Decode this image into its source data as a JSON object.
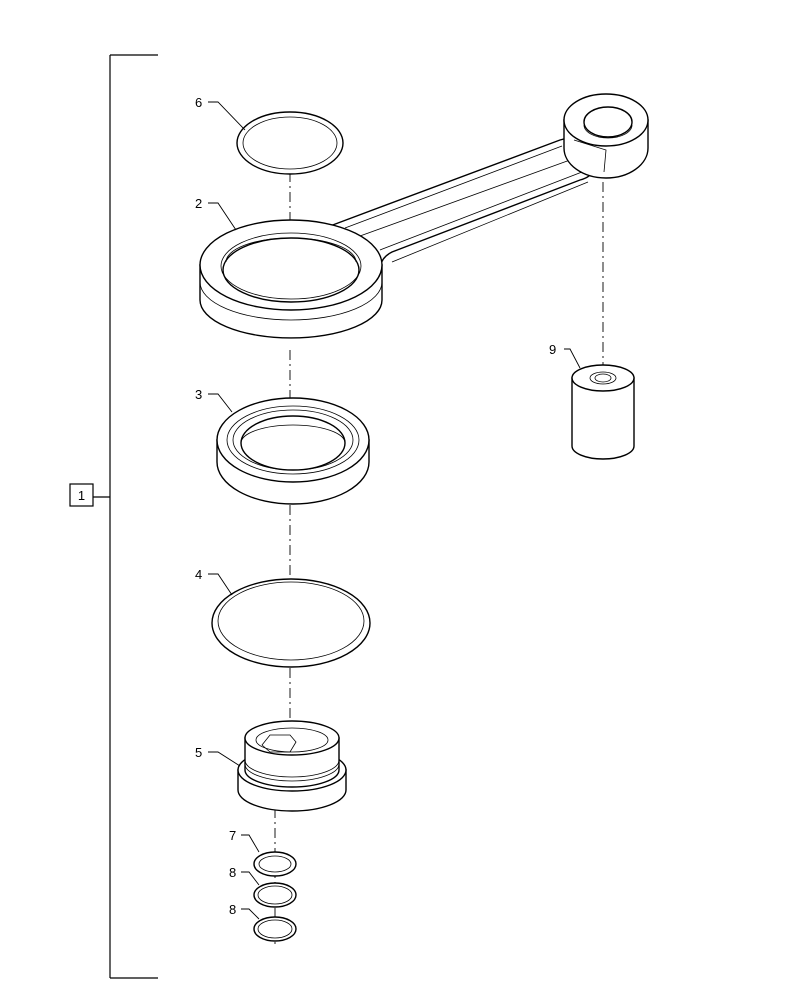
{
  "diagram": {
    "assembly_callout": "1",
    "callouts": {
      "c2": "2",
      "c3": "3",
      "c4": "4",
      "c5": "5",
      "c6": "6",
      "c7": "7",
      "c8a": "8",
      "c8b": "8",
      "c9": "9"
    }
  }
}
